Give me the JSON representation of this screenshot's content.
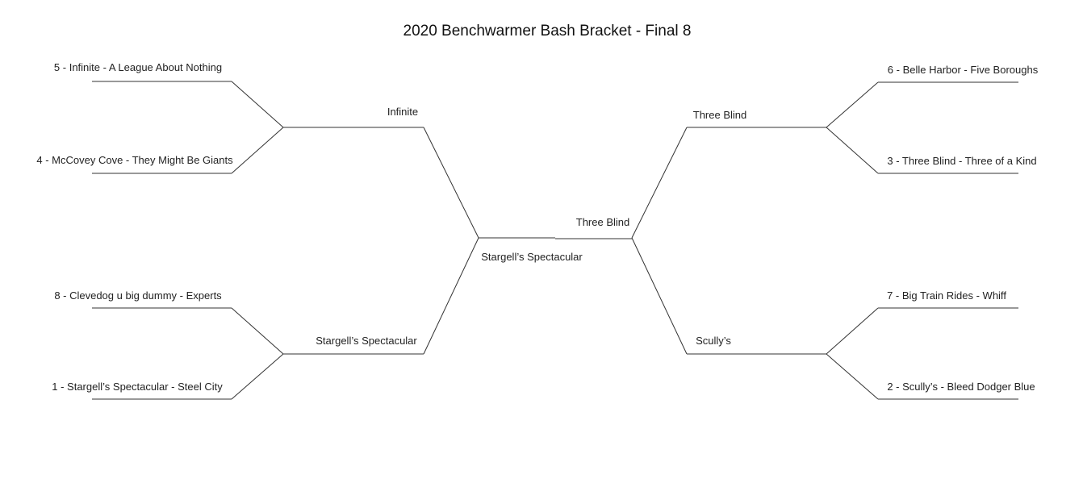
{
  "title": "2020 Benchwarmer Bash Bracket - Final 8",
  "quarterfinals": {
    "left_top": [
      "5 - Infinite - A League About Nothing",
      "4 - McCovey Cove - They Might Be Giants"
    ],
    "left_bottom": [
      "8 - Clevedog u big dummy - Experts",
      "1 - Stargell’s Spectacular - Steel City"
    ],
    "right_top": [
      "6 - Belle Harbor - Five Boroughs",
      "3 - Three Blind - Three of a Kind"
    ],
    "right_bottom": [
      "7 - Big Train Rides - Whiff",
      "2 - Scully’s - Bleed Dodger Blue"
    ]
  },
  "semifinals": {
    "left_top_winner": "Infinite",
    "left_bottom_winner": "Stargell’s Spectacular",
    "right_top_winner": "Three Blind",
    "right_bottom_winner": "Scully’s"
  },
  "final": {
    "left_finalist": "Stargell’s Spectacular",
    "right_finalist": "Three Blind"
  }
}
